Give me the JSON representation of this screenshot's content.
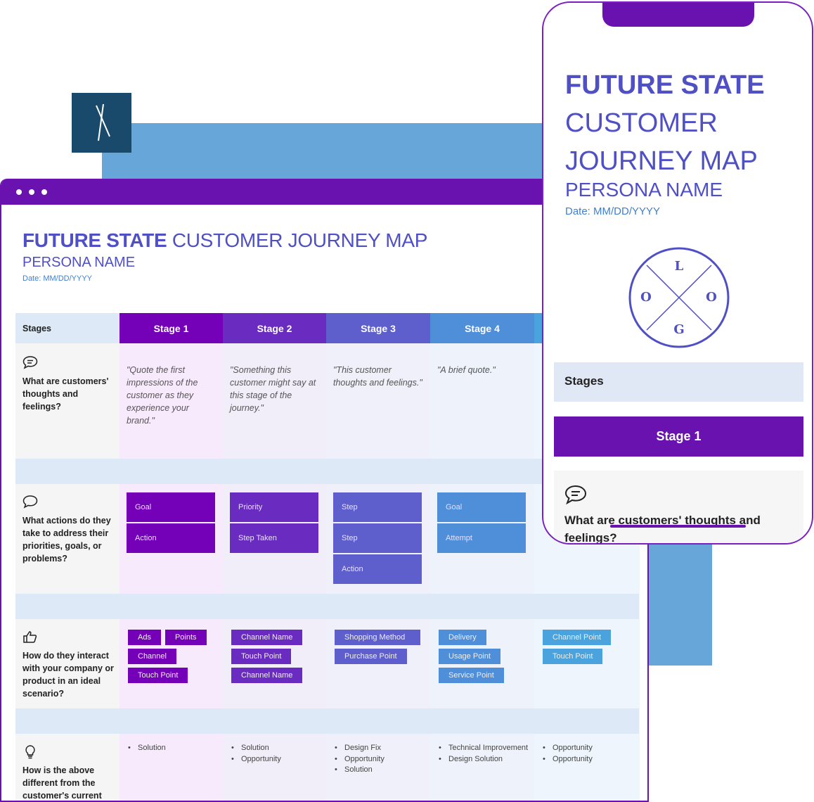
{
  "colors": {
    "brand_purple": "#6a12b0",
    "title_blue": "#4f4fc6",
    "stage1": "#7400b8",
    "stage2": "#6a2cc0",
    "stage3": "#5e5fcc",
    "stage4": "#4f8ed9",
    "stage5": "#4aa3dd"
  },
  "map": {
    "title_bold": "FUTURE STATE",
    "title_rest": " CUSTOMER JOURNEY MAP",
    "persona": "PERSONA NAME",
    "date": "Date: MM/DD/YYYY",
    "stages_label": "Stages",
    "stages": [
      "Stage 1",
      "Stage 2",
      "Stage 3",
      "Stage 4",
      ""
    ],
    "rows": {
      "thoughts": {
        "icon": "speech-bubble-lines-icon",
        "label": "What are customers' thoughts and feelings?",
        "quotes": [
          "\"Quote the first impressions of the customer as they experience your brand.\"",
          "\"Something this customer might say at this stage of the journey.\"",
          "\"This customer thoughts and feelings.\"",
          "\"A brief quote.\"",
          ""
        ]
      },
      "actions": {
        "icon": "speech-bubble-icon",
        "label": "What actions do they take to address their priorities, goals, or problems?",
        "boxes": [
          [
            "Goal",
            "Action"
          ],
          [
            "Priority",
            "Step Taken"
          ],
          [
            "Step",
            "Step",
            "Action"
          ],
          [
            "Goal",
            "Attempt"
          ],
          []
        ]
      },
      "touchpoints": {
        "icon": "thumbs-up-icon",
        "label": "How do they interact with your company or product in an ideal scenario?",
        "chips": [
          [
            "Ads",
            "Points",
            "Channel",
            "Touch Point"
          ],
          [
            "Channel Name",
            "Touch Point",
            "Channel Name"
          ],
          [
            "Shopping Method",
            "Purchase Point"
          ],
          [
            "Delivery",
            "Usage Point",
            "Service Point"
          ],
          [
            "Channel Point",
            "Touch Point"
          ]
        ]
      },
      "difference": {
        "icon": "lightbulb-icon",
        "label": "How is the above different from the customer's current",
        "bullets": [
          [
            "Solution"
          ],
          [
            "Solution",
            "Opportunity"
          ],
          [
            "Design Fix",
            "Opportunity",
            "Solution"
          ],
          [
            "Technical Improvement",
            "Design Solution"
          ],
          [
            "Opportunity",
            "Opportunity"
          ]
        ]
      }
    }
  },
  "phone": {
    "title_bold": "FUTURE STATE",
    "title_rest": " CUSTOMER JOURNEY MAP",
    "persona": "PERSONA NAME",
    "date": "Date: MM/DD/YYYY",
    "logo_letters": [
      "L",
      "O",
      "O",
      "G"
    ],
    "stages_label": "Stages",
    "stage": "Stage 1",
    "question": "What are customers' thoughts and feelings?"
  }
}
